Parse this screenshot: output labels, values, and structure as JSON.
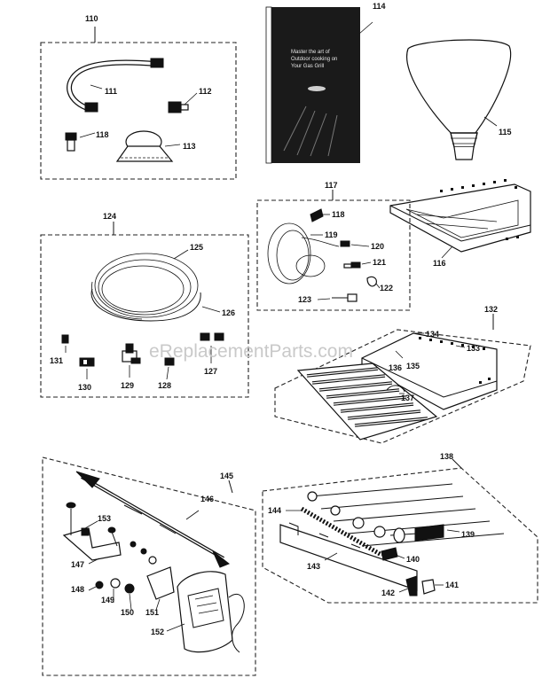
{
  "watermark": "eReplacementParts.com",
  "manual": {
    "lines": [
      "Master the art of",
      "Outdoor cooking on",
      "Your Gas Grill"
    ]
  },
  "callouts": [
    {
      "key": "c110",
      "text": "110"
    },
    {
      "key": "c111",
      "text": "111"
    },
    {
      "key": "c112",
      "text": "112"
    },
    {
      "key": "c113",
      "text": "113"
    },
    {
      "key": "c114",
      "text": "114"
    },
    {
      "key": "c115",
      "text": "115"
    },
    {
      "key": "c116",
      "text": "116"
    },
    {
      "key": "c117",
      "text": "117"
    },
    {
      "key": "c118",
      "text": "118"
    },
    {
      "key": "c119",
      "text": "119"
    },
    {
      "key": "c120",
      "text": "120"
    },
    {
      "key": "c121",
      "text": "121"
    },
    {
      "key": "c122",
      "text": "122"
    },
    {
      "key": "c123",
      "text": "123"
    },
    {
      "key": "c124",
      "text": "124"
    },
    {
      "key": "c125",
      "text": "125"
    },
    {
      "key": "c126",
      "text": "126"
    },
    {
      "key": "c127",
      "text": "127"
    },
    {
      "key": "c128",
      "text": "128"
    },
    {
      "key": "c129",
      "text": "129"
    },
    {
      "key": "c130",
      "text": "130"
    },
    {
      "key": "c131",
      "text": "131"
    },
    {
      "key": "c132",
      "text": "132"
    },
    {
      "key": "c133",
      "text": "133"
    },
    {
      "key": "c134",
      "text": "134"
    },
    {
      "key": "c135",
      "text": "135"
    },
    {
      "key": "c136",
      "text": "136"
    },
    {
      "key": "c137",
      "text": "137"
    },
    {
      "key": "c138",
      "text": "138"
    },
    {
      "key": "c139",
      "text": "139"
    },
    {
      "key": "c140",
      "text": "140"
    },
    {
      "key": "c141",
      "text": "141"
    },
    {
      "key": "c142",
      "text": "142"
    },
    {
      "key": "c143",
      "text": "143"
    },
    {
      "key": "c144",
      "text": "144"
    },
    {
      "key": "c145",
      "text": "145"
    },
    {
      "key": "c146",
      "text": "146"
    },
    {
      "key": "c147",
      "text": "147"
    },
    {
      "key": "c148",
      "text": "148"
    },
    {
      "key": "c149",
      "text": "149"
    },
    {
      "key": "c150",
      "text": "150"
    },
    {
      "key": "c151",
      "text": "151"
    },
    {
      "key": "c152",
      "text": "152"
    },
    {
      "key": "c153",
      "text": "153"
    },
    {
      "key": "c118b",
      "text": "118"
    }
  ]
}
